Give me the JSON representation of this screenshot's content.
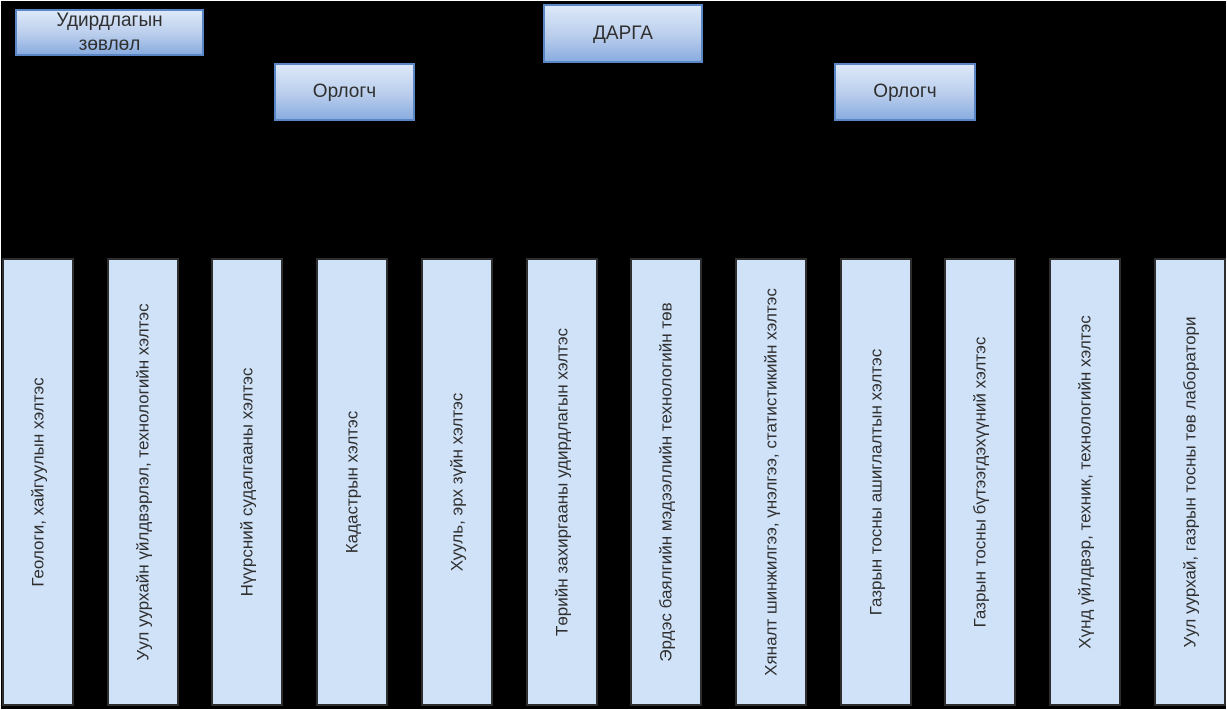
{
  "title": "Organizational chart (Mongolian mining authority)",
  "nodes": {
    "board": "Удирдлагын зөвлөл",
    "chairman": "ДАРГА",
    "deputy_left": "Орлогч",
    "deputy_right": "Орлогч"
  },
  "departments": [
    "Геологи, хайгуулын хэлтэс",
    "Уул уурхайн үйлдвэрлэл, технологийн хэлтэс",
    "Нүүрсний судалгааны хэлтэс",
    "Кадастрын хэлтэс",
    "Хууль, эрх зүйн хэлтэс",
    "Төрийн захиргааны удирдлагын хэлтэс",
    "Эрдэс баялгийн мэдээллийн технологийн төв",
    "Хяналт шинжилгээ, үнэлгээ, статистикийн хэлтэс",
    "Газрын тосны ашиглалтын хэлтэс",
    "Газрын тосны бүтээгдэхүүний хэлтэс",
    "Хүнд үйлдвэр, техник, технологийн хэлтэс",
    "Уул уурхай, газрын тосны төв лаборатори"
  ],
  "colors": {
    "page_bg": "#000000",
    "page_border": "#ffffff",
    "node_grad_top": "#dde9f9",
    "node_grad_bottom": "#8aade0",
    "node_border": "#5b86c5",
    "dept_fill": "#d0e2f8",
    "dept_border": "#2e2e2e",
    "text_color": "#2f2f2f"
  }
}
